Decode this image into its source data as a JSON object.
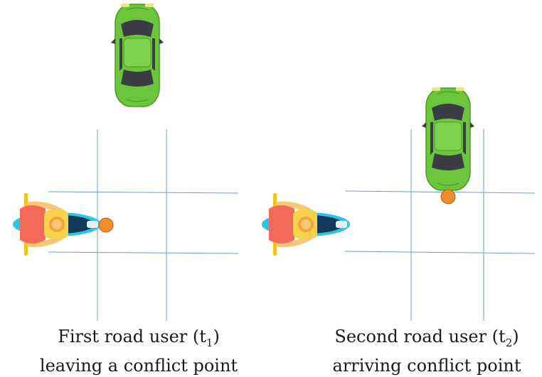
{
  "captions": {
    "left": {
      "line1_text": "First road user (t",
      "line1_sub": "1",
      "line1_end": ")",
      "line2": "leaving a conflict point"
    },
    "right": {
      "line1_text": "Second road user (t",
      "line1_sub": "2",
      "line1_end": ")",
      "line2": "arriving conflict point"
    }
  },
  "colors": {
    "grid_line": "#6f9bd6",
    "car_body": "#6cc63c",
    "car_dark": "#4a9a22",
    "car_glass": "#3c3c44",
    "conflict_point": "#f08c2a",
    "rider_jacket": "#f46a5a",
    "rider_skin": "#f7c873",
    "scooter_blue": "#2ec4e6",
    "scooter_navy": "#123a5a",
    "handlebar": "#f2c318"
  }
}
